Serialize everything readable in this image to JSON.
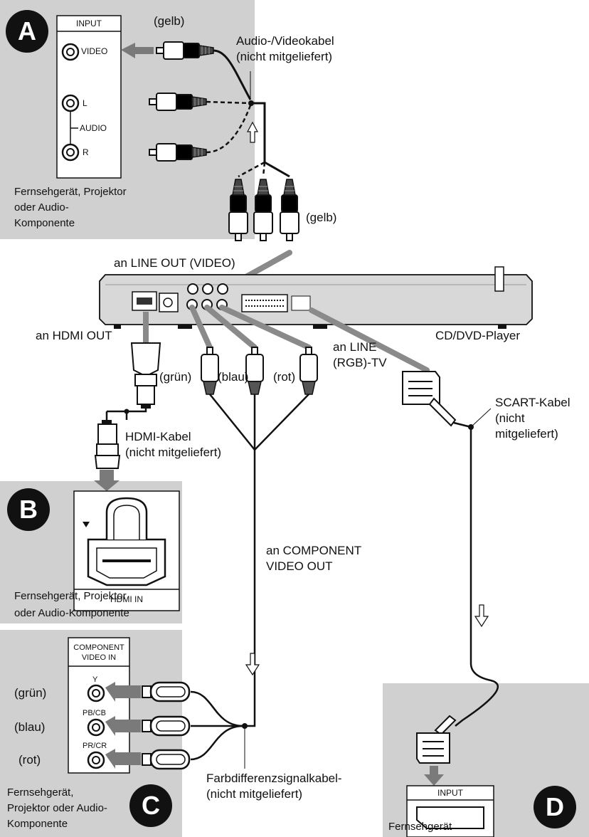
{
  "badges": {
    "a": "A",
    "b": "B",
    "c": "C",
    "d": "D"
  },
  "panel_a": {
    "input_header": "INPUT",
    "video": "VIDEO",
    "l": "L",
    "audio": "AUDIO",
    "r": "R",
    "device_line1": "Fernsehgerät, Projektor",
    "device_line2": "oder Audio-",
    "device_line3": "Komponente"
  },
  "panel_b": {
    "hdmi_in": "HDMI IN",
    "device_line1": "Fernsehgerät, Projektor",
    "device_line2": "oder Audio-Komponente"
  },
  "panel_c": {
    "header_line1": "COMPONENT",
    "header_line2": "VIDEO IN",
    "y": "Y",
    "pb": "PB/CB",
    "pr": "PR/CR",
    "green": "(grün)",
    "blue": "(blau)",
    "red": "(rot)",
    "device_line1": "Fernsehgerät,",
    "device_line2": "Projektor oder Audio-",
    "device_line3": "Komponente"
  },
  "panel_d": {
    "input": "INPUT",
    "device": "Fernsehgerät"
  },
  "labels": {
    "yellow_top": "(gelb)",
    "av_cable_line1": "Audio-/Videokabel",
    "av_cable_line2": "(nicht mitgeliefert)",
    "yellow_mid": "(gelb)",
    "line_out_video": "an LINE OUT (VIDEO)",
    "hdmi_out": "an HDMI OUT",
    "player": "CD/DVD-Player",
    "line_rgb_line1": "an LINE",
    "line_rgb_line2": "(RGB)-TV",
    "green": "(grün)",
    "blue": "(blau)",
    "red": "(rot)",
    "hdmi_cable_line1": "HDMI-Kabel",
    "hdmi_cable_line2": "(nicht mitgeliefert)",
    "scart_line1": "SCART-Kabel",
    "scart_line2": "(nicht",
    "scart_line3": "mitgeliefert)",
    "component_out_line1": "an COMPONENT",
    "component_out_line2": "VIDEO OUT",
    "diff_cable_line1": "Farbdifferenzsignalkabel-",
    "diff_cable_line2": "(nicht mitgeliefert)"
  },
  "colors": {
    "panel_bg": "#d0d0d0",
    "badge": "#111111",
    "arrow": "#7a7a7a",
    "cable": "#111111",
    "player_body": "#c8c8c8"
  }
}
